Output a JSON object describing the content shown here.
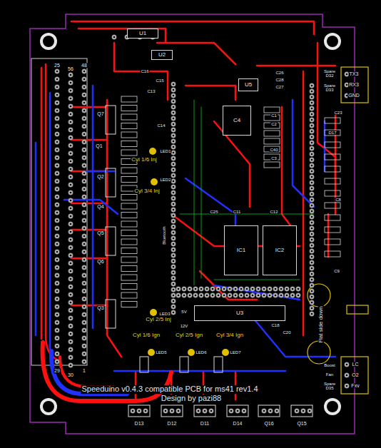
{
  "diagram": {
    "nodes": [
      {
        "text": [
          "U1"
        ]
      },
      {
        "text": [
          "U2"
        ]
      },
      {
        "text": [
          "U5"
        ]
      },
      {
        "text": [
          "C4"
        ]
      },
      {
        "text": [
          "IC1"
        ]
      },
      {
        "text": [
          "IC2"
        ]
      },
      {
        "text": [
          "U3"
        ]
      }
    ],
    "labels": [
      "Speeduino v0.4.3 compatible PCB for ms41 rev1.4",
      "Design by pazi88",
      "25",
      "56",
      "48",
      "29",
      "30",
      "1",
      "Q7",
      "Q1",
      "Q2",
      "Q4",
      "Q5",
      "Q6",
      "Q3",
      "C16",
      "C15",
      "C13",
      "C14",
      "LED1",
      "LED2",
      "LED3",
      "LED5",
      "LED6",
      "LED7",
      "Cyl 1/6 Inj",
      "Cyl 3/4 Inj",
      "Cyl 2/5 Inj",
      "Cyl 1/6 Ign",
      "Cyl 2/5 Ign",
      "Cyl 3/4 Ign",
      "Bluetooth",
      "5V",
      "12V",
      "C26",
      "C28",
      "C27",
      "Spare D32",
      "Spare D33",
      "TX3",
      "RX3",
      "GND",
      "C23",
      "D17",
      "C8",
      "C9",
      "C25",
      "C11",
      "C12",
      "C18",
      "C20",
      "C1",
      "C2",
      "C40",
      "C3",
      "Flat side down",
      "Boost",
      "Fan",
      "Spare D35",
      "LC",
      "O2",
      "Fxv",
      "D13",
      "D12",
      "D11",
      "D14",
      "Q16",
      "Q15"
    ]
  }
}
